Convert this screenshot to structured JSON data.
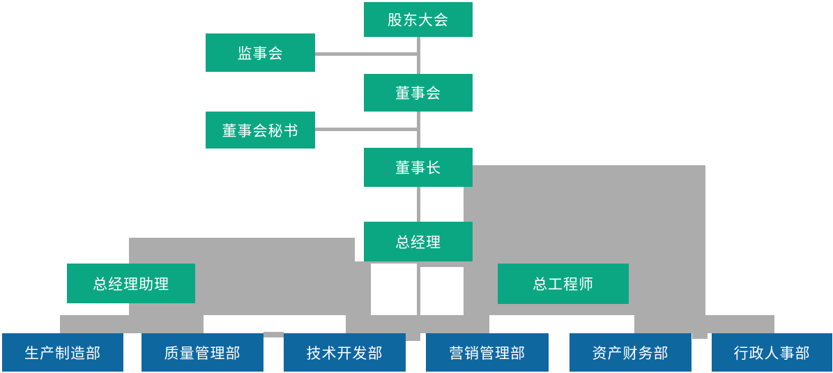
{
  "org_chart": {
    "type": "diagram",
    "colors": {
      "governance_box": "#0ba783",
      "department_box": "#0f67a0",
      "connector_gray": "#acacac",
      "label_text": "#ffffff"
    },
    "nodes": {
      "shareholders_meeting": "股东大会",
      "supervisory_board": "监事会",
      "board_of_directors": "董事会",
      "board_secretary": "董事会秘书",
      "chairman": "董事长",
      "general_manager": "总经理",
      "gm_assistant": "总经理助理",
      "chief_engineer": "总工程师",
      "departments": [
        "生产制造部",
        "质量管理部",
        "技术开发部",
        "营销管理部",
        "资产财务部",
        "行政人事部"
      ]
    },
    "edges": [
      [
        "股东大会",
        "董事会"
      ],
      [
        "监事会",
        "股东大会"
      ],
      [
        "董事会",
        "董事长"
      ],
      [
        "董事会秘书",
        "董事会"
      ],
      [
        "董事长",
        "总经理"
      ],
      [
        "总经理",
        "总经理助理"
      ],
      [
        "总经理",
        "总工程师"
      ],
      [
        "总经理",
        "生产制造部"
      ],
      [
        "总经理",
        "质量管理部"
      ],
      [
        "总经理",
        "技术开发部"
      ],
      [
        "总经理",
        "营销管理部"
      ],
      [
        "总经理",
        "资产财务部"
      ],
      [
        "总经理",
        "行政人事部"
      ]
    ]
  }
}
